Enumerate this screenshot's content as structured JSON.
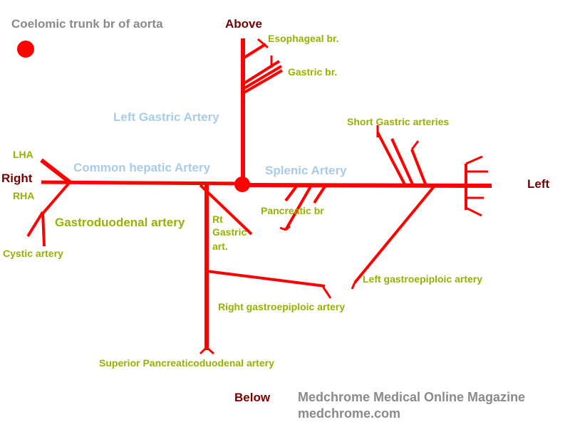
{
  "title": "Coelomic trunk br of aorta",
  "directions": {
    "above": "Above",
    "below": "Below",
    "right": "Right",
    "left": "Left"
  },
  "vessels": {
    "left_gastric": "Left Gastric Artery",
    "common_hepatic": "Common hepatic Artery",
    "splenic": "Splenic Artery",
    "gastroduodenal": "Gastroduodenal artery"
  },
  "branches": {
    "esophageal": "Esophageal br.",
    "gastric": "Gastric br.",
    "short_gastric": "Short Gastric arteries",
    "lha": "LHA",
    "rha": "RHA",
    "cystic": "Cystic artery",
    "rt_gastric": [
      "Rt",
      "Gastric",
      "art."
    ],
    "pancreatic": "Pancreatic br",
    "left_gastroepiploic": "Left gastroepiploic artery",
    "right_gastroepiploic": "Right gastroepiploic artery",
    "superior_pancreaticoduodenal": "Superior Pancreaticoduodenal artery"
  },
  "watermark": {
    "line1": "Medchrome Medical Online Magazine",
    "line2": "medchrome.com"
  },
  "colors": {
    "artery": "#ff0000",
    "label_green": "#99b000",
    "label_blue": "#a9cbe9",
    "direction": "#7a0000",
    "watermark": "#8a8a8a"
  }
}
